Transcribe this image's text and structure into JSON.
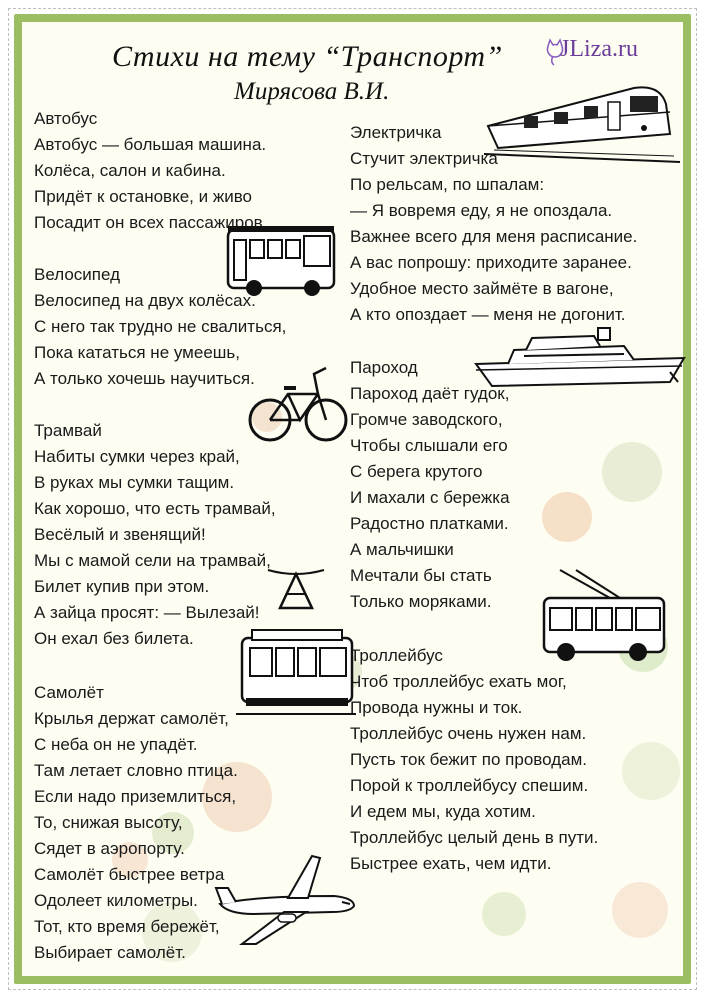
{
  "title": "Стихи на тему “Транспорт”",
  "author": "Мирясова В.И.",
  "logo": {
    "text": "JLiza.ru",
    "icon": "cat-icon"
  },
  "poems": {
    "bus": {
      "lines": [
        "Автобус",
        "Автобус — большая машина.",
        "Колёса, салон и кабина.",
        "Придёт к остановке, и живо",
        "Посадит он всех пассажиров."
      ]
    },
    "bicycle": {
      "lines": [
        "Велосипед",
        "Велосипед на двух колёсах.",
        "С него так трудно не свалиться,",
        "Пока кататься не умеешь,",
        "А только хочешь научиться."
      ]
    },
    "tram": {
      "lines": [
        "Трамвай",
        "Набиты сумки через край,",
        "В руках мы сумки тащим.",
        "Как хорошо, что есть трамвай,",
        "Весёлый и звенящий!",
        "Мы с мамой сели на трамвай,",
        "Билет купив при этом.",
        "А зайца просят: — Вылезай!",
        "Он ехал без билета."
      ]
    },
    "plane": {
      "lines": [
        "Самолёт",
        "Крылья держат самолёт,",
        "С неба он не упадёт.",
        "Там летает словно птица.",
        "Если надо приземлиться,",
        "То, снижая высоту,",
        "Сядет в аэропорту.",
        "Самолёт быстрее ветра",
        "Одолеет километры.",
        "Тот, кто время бережёт,",
        "Выбирает самолёт."
      ]
    },
    "train": {
      "lines": [
        "Электричка",
        "Стучит электричка",
        "По рельсам, по шпалам:",
        "— Я вовремя еду, я не опоздала.",
        "Важнее всего для меня расписание.",
        "А вас попрошу: приходите заранее.",
        "Удобное место займёте в вагоне,",
        "А кто опоздает — меня не догонит."
      ]
    },
    "ship": {
      "lines": [
        "Пароход",
        "Пароход даёт гудок,",
        "Громче заводского,",
        "Чтобы слышали его",
        "С берега крутого",
        "И махали с бережка",
        "Радостно платками.",
        "А мальчишки",
        "Мечтали бы стать",
        "Только моряками."
      ]
    },
    "trolleybus": {
      "lines": [
        "Троллейбус",
        "Чтоб троллейбус ехать мог,",
        "Провода нужны и ток.",
        "Троллейбус очень нужен нам.",
        "Пусть ток бежит по проводам.",
        "Порой к троллейбусу спешим.",
        "И едем мы, куда хотим.",
        "Троллейбус целый день в пути.",
        "Быстрее ехать, чем идти."
      ]
    }
  },
  "illustrations": [
    "train-icon",
    "bus-icon",
    "bicycle-icon",
    "ship-icon",
    "trolleybus-icon",
    "tram-icon",
    "airplane-icon"
  ],
  "colors": {
    "border": "#9bbe62",
    "background": "#fdfdf2",
    "logo": "#6a3d9a"
  }
}
